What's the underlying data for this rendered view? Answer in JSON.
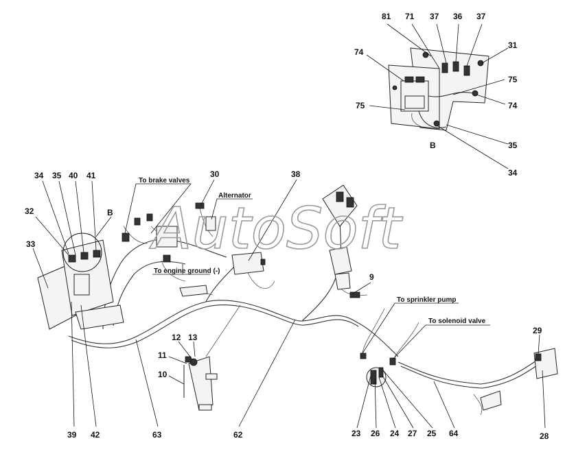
{
  "watermark": "AutoSoft",
  "labels": {
    "brake_valves": "To brake valves",
    "alternator": "Alternator",
    "engine_ground": "To engine ground (-)",
    "sprinkler_pump": "To sprinkler pump",
    "solenoid_valve": "To solenoid valve",
    "detail_b_main": "B",
    "detail_b_inset": "B"
  },
  "numbers": {
    "n81": "81",
    "n71": "71",
    "n37a": "37",
    "n36": "36",
    "n37b": "37",
    "n31": "31",
    "n74a": "74",
    "n75a": "75",
    "n75b": "75",
    "n74b": "74",
    "n35a": "35",
    "n34a": "34",
    "n34b": "34",
    "n35b": "35",
    "n40": "40",
    "n41": "41",
    "n32": "32",
    "n33": "33",
    "n30": "30",
    "n38": "38",
    "n9": "9",
    "n12": "12",
    "n13": "13",
    "n11": "11",
    "n10": "10",
    "n29": "29",
    "n28": "28",
    "n39": "39",
    "n42": "42",
    "n63": "63",
    "n62": "62",
    "n23": "23",
    "n26": "26",
    "n24": "24",
    "n27": "27",
    "n25": "25",
    "n64": "64"
  }
}
